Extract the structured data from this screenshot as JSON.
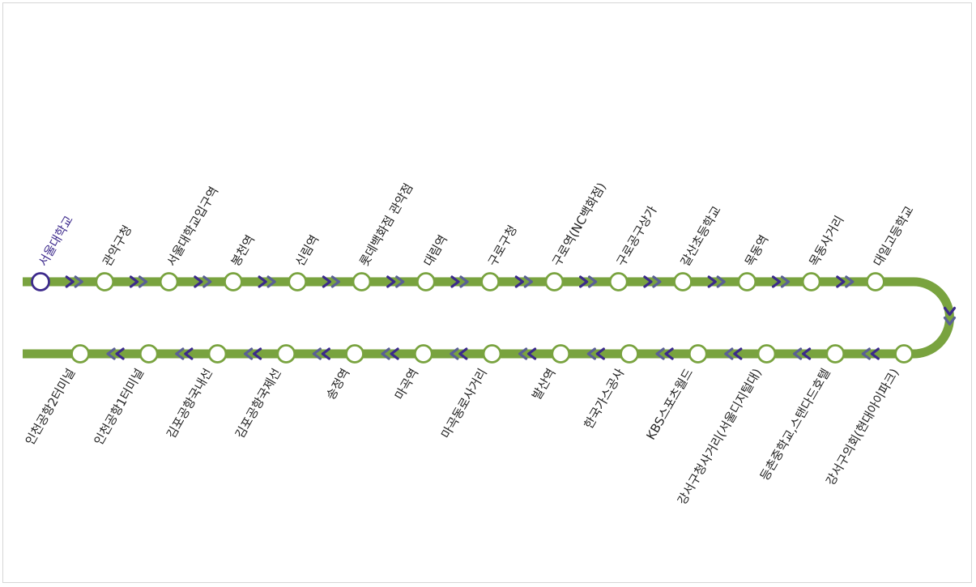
{
  "route": {
    "line_color": "#79a33f",
    "arrow_color_dark": "#3b2a8a",
    "arrow_color_light": "#5a5f95",
    "current_stop_color": "#3d2a8c",
    "top_row_stops": [
      {
        "name": "서울대학교",
        "current": true
      },
      {
        "name": "관악구청"
      },
      {
        "name": "서울대학교입구역"
      },
      {
        "name": "봉천역"
      },
      {
        "name": "신림역"
      },
      {
        "name": "롯데백화점 관악점"
      },
      {
        "name": "대림역"
      },
      {
        "name": "구로구청"
      },
      {
        "name": "구로역(NC백화점)"
      },
      {
        "name": "구로공구상가"
      },
      {
        "name": "갈산초등학교"
      },
      {
        "name": "목동역"
      },
      {
        "name": "목동사거리"
      },
      {
        "name": "대일고등학교"
      }
    ],
    "bottom_row_stops": [
      {
        "name": "인천공항2터미널"
      },
      {
        "name": "인천공항1터미널"
      },
      {
        "name": "김포공항국내선"
      },
      {
        "name": "김포공항국제선"
      },
      {
        "name": "송정역"
      },
      {
        "name": "마곡역"
      },
      {
        "name": "마곡동로사거리"
      },
      {
        "name": "발산역"
      },
      {
        "name": "한국가스공사"
      },
      {
        "name": "KBS스포츠월드"
      },
      {
        "name": "강서구청사거리(서울디지털대)"
      },
      {
        "name": "등촌중학교,스탠다드호텔"
      },
      {
        "name": "강서구의회(현대아이파크)"
      }
    ]
  }
}
